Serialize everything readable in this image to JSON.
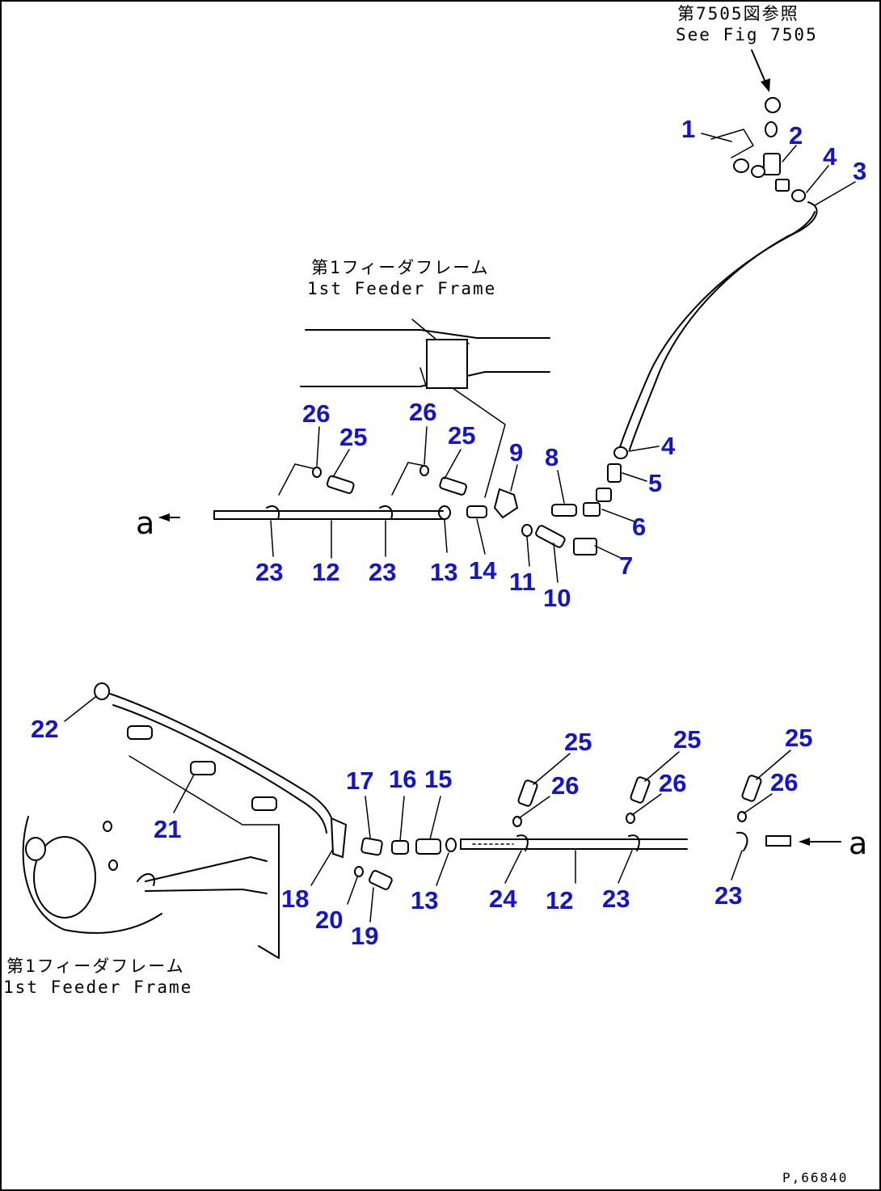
{
  "notes": {
    "fig_ref_jp": "第7505図参照",
    "fig_ref_en": "See Fig 7505",
    "frame_top_jp": "第1フィーダフレーム",
    "frame_top_en": "1st Feeder Frame",
    "frame_bottom_jp": "第1フィーダフレーム",
    "frame_bottom_en": "1st Feeder Frame"
  },
  "view_marks": {
    "left": "a",
    "right": "a"
  },
  "drawing_code": "P,66840",
  "colors": {
    "callout": "#1414c8",
    "line": "#000000"
  },
  "callouts": {
    "t1": "1",
    "t2": "2",
    "t3": "3",
    "t4a": "4",
    "t4b": "4",
    "t5": "5",
    "t6": "6",
    "t7": "7",
    "t8": "8",
    "t9": "9",
    "t10": "10",
    "t11": "11",
    "t12": "12",
    "t13": "13",
    "t14": "14",
    "t23a": "23",
    "t23b": "23",
    "t25a": "25",
    "t25b": "25",
    "t26a": "26",
    "t26b": "26",
    "b12": "12",
    "b13": "13",
    "b15": "15",
    "b16": "16",
    "b17": "17",
    "b18": "18",
    "b19": "19",
    "b20": "20",
    "b21": "21",
    "b22": "22",
    "b23a": "23",
    "b23b": "23",
    "b24": "24",
    "b25a": "25",
    "b25b": "25",
    "b25c": "25",
    "b26a": "26",
    "b26b": "26",
    "b26c": "26"
  }
}
